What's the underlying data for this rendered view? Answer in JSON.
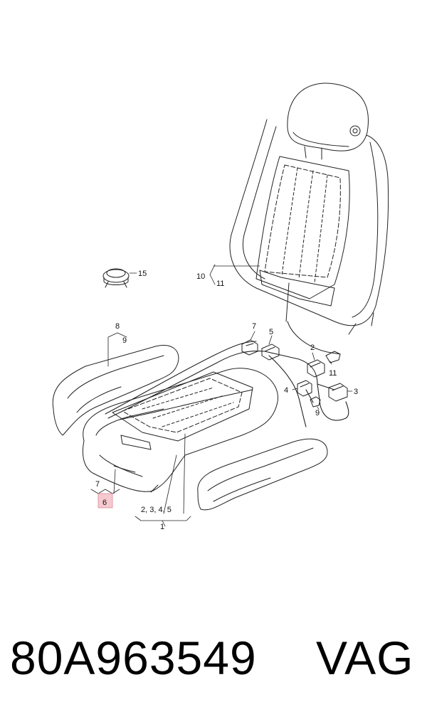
{
  "diagram": {
    "callouts": {
      "c1": "1",
      "c2": "2",
      "c2345": "2, 3, 4, 5",
      "c3": "3",
      "c4": "4",
      "c5": "5",
      "c6": "6",
      "c7a": "7",
      "c7b": "7",
      "c8": "8",
      "c9a": "9",
      "c9b": "9",
      "c10": "10",
      "c11a": "11",
      "c11b": "11",
      "c15": "15"
    },
    "highlight_color": "#f6c9cf"
  },
  "footer": {
    "part_number": "80A963549",
    "brand": "VAG"
  }
}
